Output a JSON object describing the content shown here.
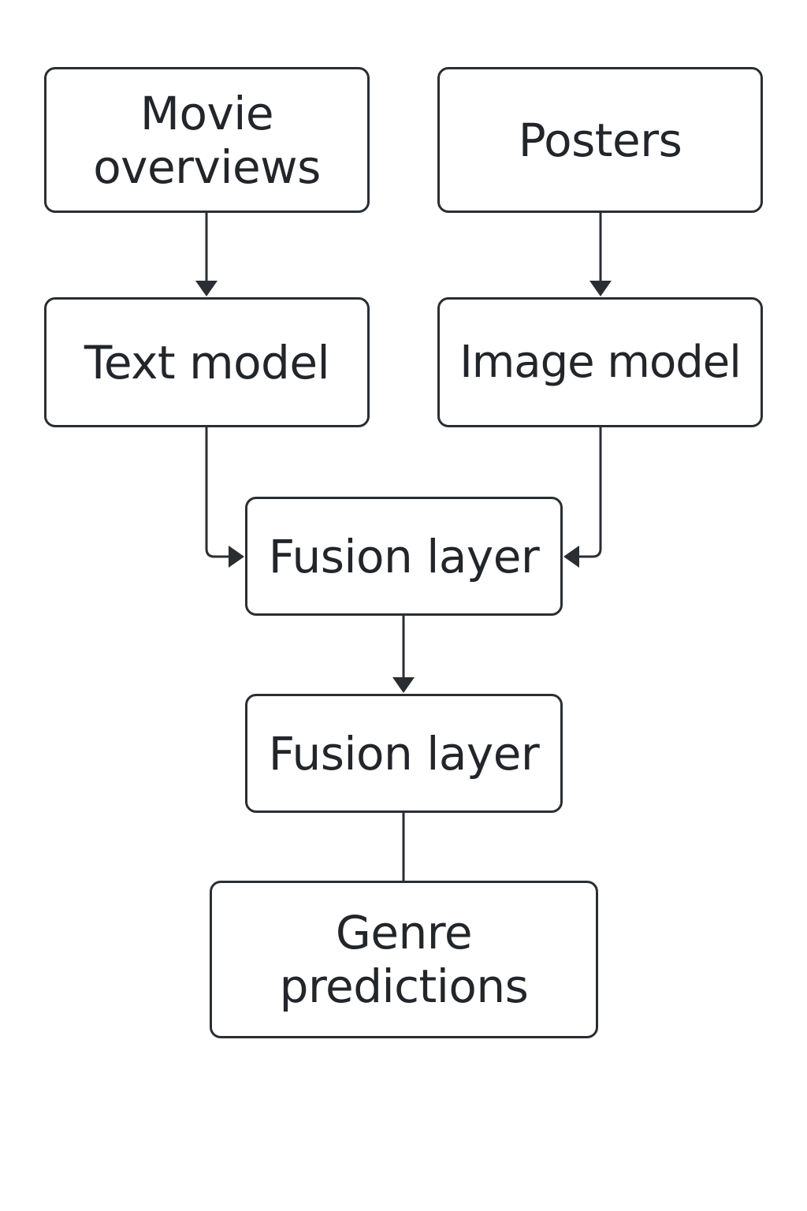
{
  "diagram": {
    "nodes": {
      "movie_overviews": [
        "Movie",
        "overviews"
      ],
      "posters": "Posters",
      "text_model": "Text model",
      "image_model": "Image model",
      "fusion_layer_1": "Fusion layer",
      "fusion_layer_2": "Fusion layer",
      "genre_predictions": [
        "Genre",
        "predictions"
      ]
    },
    "edges": [
      {
        "from": "Movie overviews",
        "to": "Text model"
      },
      {
        "from": "Posters",
        "to": "Image model"
      },
      {
        "from": "Text model",
        "to": "Fusion layer"
      },
      {
        "from": "Image model",
        "to": "Fusion layer"
      },
      {
        "from": "Fusion layer",
        "to": "Fusion layer"
      },
      {
        "from": "Fusion layer",
        "to": "Genre predictions",
        "arrowhead": false
      }
    ],
    "colors": {
      "stroke": "#2a2e33",
      "text": "#22262b",
      "background": "#ffffff"
    }
  }
}
